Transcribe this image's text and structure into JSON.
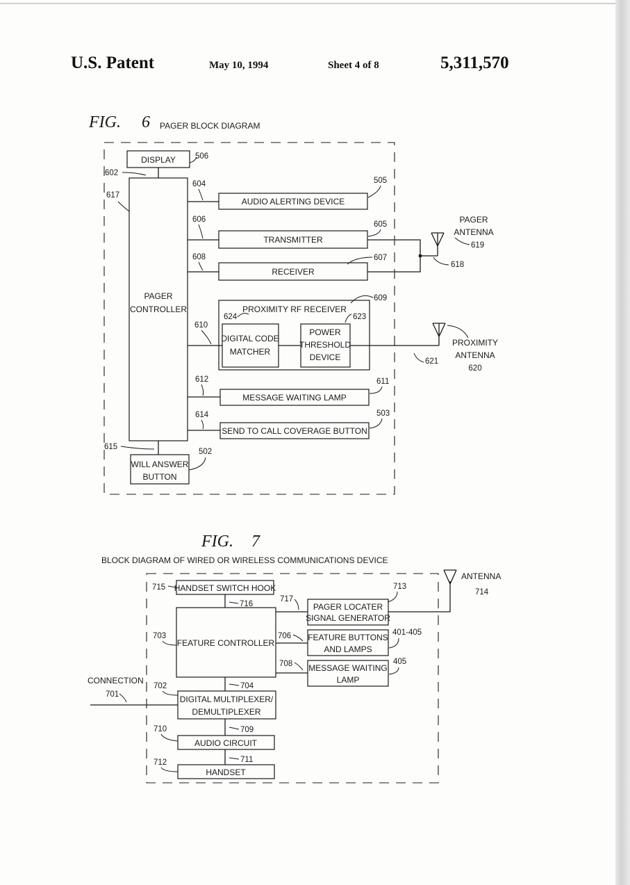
{
  "header": {
    "patent_label": "U.S. Patent",
    "date": "May 10, 1994",
    "sheet": "Sheet 4 of 8",
    "patent_number": "5,311,570"
  },
  "fig6": {
    "fig_label": "FIG.",
    "fig_number": "6",
    "title": "PAGER BLOCK DIAGRAM",
    "blocks": {
      "display": "DISPLAY",
      "controller_line1": "PAGER",
      "controller_line2": "CONTROLLER",
      "audio_alerting": "AUDIO ALERTING DEVICE",
      "transmitter": "TRANSMITTER",
      "receiver": "RECEIVER",
      "proximity_rf": "PROXIMITY RF RECEIVER",
      "digital_code_line1": "DIGITAL CODE",
      "digital_code_line2": "MATCHER",
      "power_line1": "POWER",
      "power_line2": "THRESHOLD",
      "power_line3": "DEVICE",
      "message_waiting": "MESSAGE WAITING LAMP",
      "send_to_call": "SEND TO CALL COVERAGE BUTTON",
      "will_answer_line1": "WILL ANSWER",
      "will_answer_line2": "BUTTON"
    },
    "antennas": {
      "pager_line1": "PAGER",
      "pager_line2": "ANTENNA",
      "pager_ref": "619",
      "proximity_line1": "PROXIMITY",
      "proximity_line2": "ANTENNA",
      "proximity_ref": "620"
    },
    "refs": {
      "r506": "506",
      "r602": "602",
      "r617": "617",
      "r604": "604",
      "r505": "505",
      "r606": "606",
      "r605": "605",
      "r608": "608",
      "r607": "607",
      "r618": "618",
      "r609": "609",
      "r624": "624",
      "r623": "623",
      "r610": "610",
      "r621": "621",
      "r612": "612",
      "r611": "611",
      "r614": "614",
      "r503": "503",
      "r615": "615",
      "r502": "502"
    }
  },
  "fig7": {
    "fig_label": "FIG.",
    "fig_number": "7",
    "title": "BLOCK DIAGRAM OF WIRED OR WIRELESS COMMUNICATIONS DEVICE",
    "blocks": {
      "handset_switch_hook": "HANDSET SWITCH HOOK",
      "feature_controller": "FEATURE CONTROLLER",
      "pager_locater_line1": "PAGER LOCATER",
      "pager_locater_line2": "SIGNAL GENERATOR",
      "feature_buttons_line1": "FEATURE BUTTONS",
      "feature_buttons_line2": "AND LAMPS",
      "message_waiting_line1": "MESSAGE WAITING",
      "message_waiting_line2": "LAMP",
      "mux_line1": "DIGITAL MULTIPLEXER/",
      "mux_line2": "DEMULTIPLEXER",
      "audio_circuit": "AUDIO CIRCUIT",
      "handset": "HANDSET"
    },
    "labels": {
      "antenna": "ANTENNA",
      "antenna_ref": "714",
      "connection": "CONNECTION",
      "connection_ref": "701"
    },
    "refs": {
      "r715": "715",
      "r716": "716",
      "r717": "717",
      "r713": "713",
      "r703": "703",
      "r706": "706",
      "r401_405": "401-405",
      "r708": "708",
      "r405": "405",
      "r702": "702",
      "r704": "704",
      "r710": "710",
      "r709": "709",
      "r712": "712",
      "r711": "711"
    }
  }
}
